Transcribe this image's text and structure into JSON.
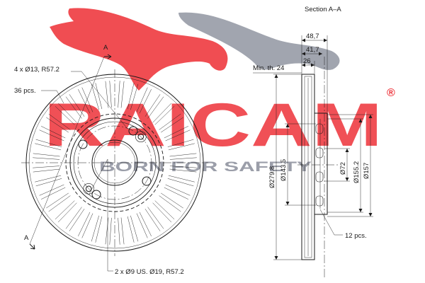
{
  "section_title": "Section A–A",
  "section_marker": "A",
  "brand": {
    "name": "RAICAM",
    "tagline": "BORN FOR SAFETY",
    "registered_mark": "®",
    "red": "#ec2027",
    "grey": "#8a8e9b"
  },
  "callouts": {
    "bolt_holes": "4 x Ø13, R57.2",
    "vanes": "36 pcs.",
    "screw_holes": "2 x Ø9 US. Ø19, R57.2",
    "section_holes": "12 pcs.",
    "min_thickness": "Min. th. 24"
  },
  "dimensions": {
    "overall_height": "48,7",
    "hat_height": "41,7",
    "thickness": "26",
    "outer_diameter": "Ø279.8",
    "hat_outer": "Ø143.5",
    "center_bore": "Ø72",
    "hat_inner": "Ø155.2",
    "hat_step": "Ø157"
  }
}
